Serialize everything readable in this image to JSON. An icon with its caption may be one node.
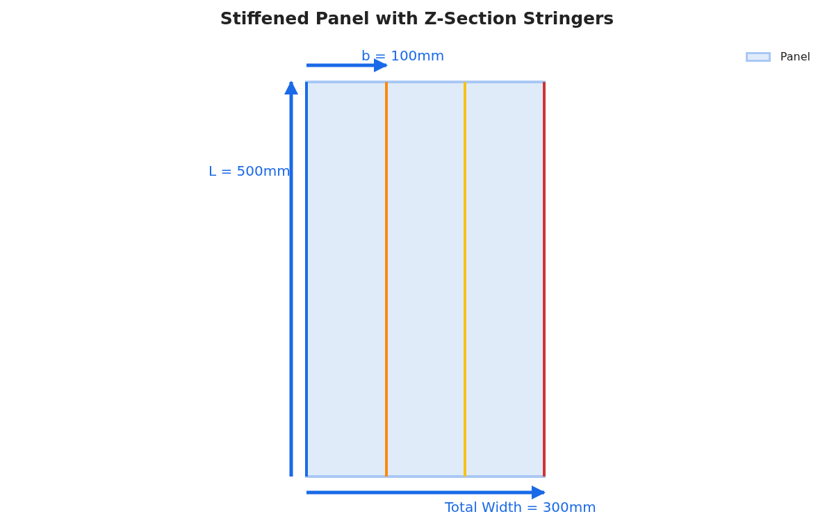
{
  "diagram": {
    "title": "Stiffened Panel with Z-Section Stringers",
    "labels": [
      "b = 100mm",
      "L = 500mm",
      "Total Width = 300mm"
    ],
    "legend": [
      {
        "text": "Panel",
        "color": "#e0ebfa"
      }
    ]
  }
}
